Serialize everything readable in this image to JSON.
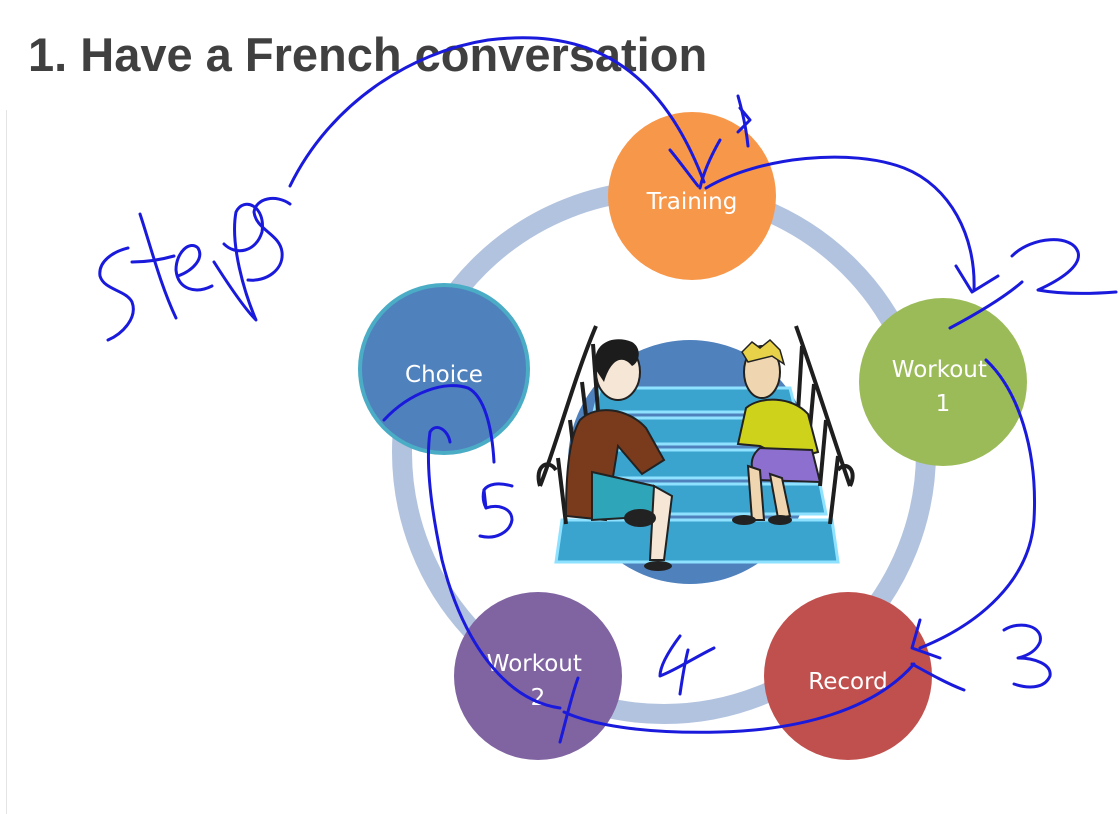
{
  "title": "1. Have a French conversation",
  "cycle": {
    "ring_color": "#b2c3df",
    "steps": [
      {
        "label_lines": [
          "Training"
        ],
        "color": "#f7974a"
      },
      {
        "label_lines": [
          "Workout",
          "1"
        ],
        "color": "#9bbb59"
      },
      {
        "label_lines": [
          "Record"
        ],
        "color": "#c0504d"
      },
      {
        "label_lines": [
          "Workout",
          "2"
        ],
        "color": "#8064a2"
      },
      {
        "label_lines": [
          "Choice"
        ],
        "color": "#4f81bd"
      }
    ],
    "center": {
      "picture": "two-people-sitting-on-stairs",
      "backdrop_color": "#4f81bd",
      "stair_color": "#3aa4cf"
    }
  },
  "annotations": {
    "ink_color": "#1a1adc",
    "handwritten_word": "Steps",
    "handwritten_numbers": [
      "1",
      "2",
      "3",
      "4",
      "5"
    ]
  }
}
